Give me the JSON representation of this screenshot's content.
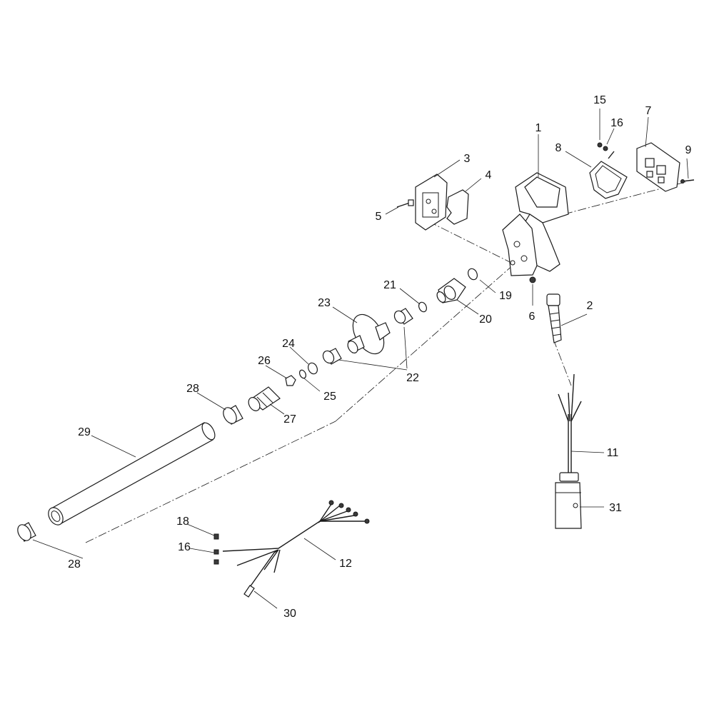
{
  "labels": {
    "c1": "1",
    "c2": "2",
    "c3": "3",
    "c4": "4",
    "c5": "5",
    "c6": "6",
    "c7": "7",
    "c8": "8",
    "c9": "9",
    "c11": "11",
    "c12": "12",
    "c15": "15",
    "c16a": "16",
    "c16b": "16",
    "c18": "18",
    "c19": "19",
    "c20": "20",
    "c21": "21",
    "c22": "22",
    "c23": "23",
    "c24": "24",
    "c25": "25",
    "c26": "26",
    "c27": "27",
    "c28a": "28",
    "c28b": "28",
    "c29": "29",
    "c30": "30",
    "c31": "31"
  }
}
